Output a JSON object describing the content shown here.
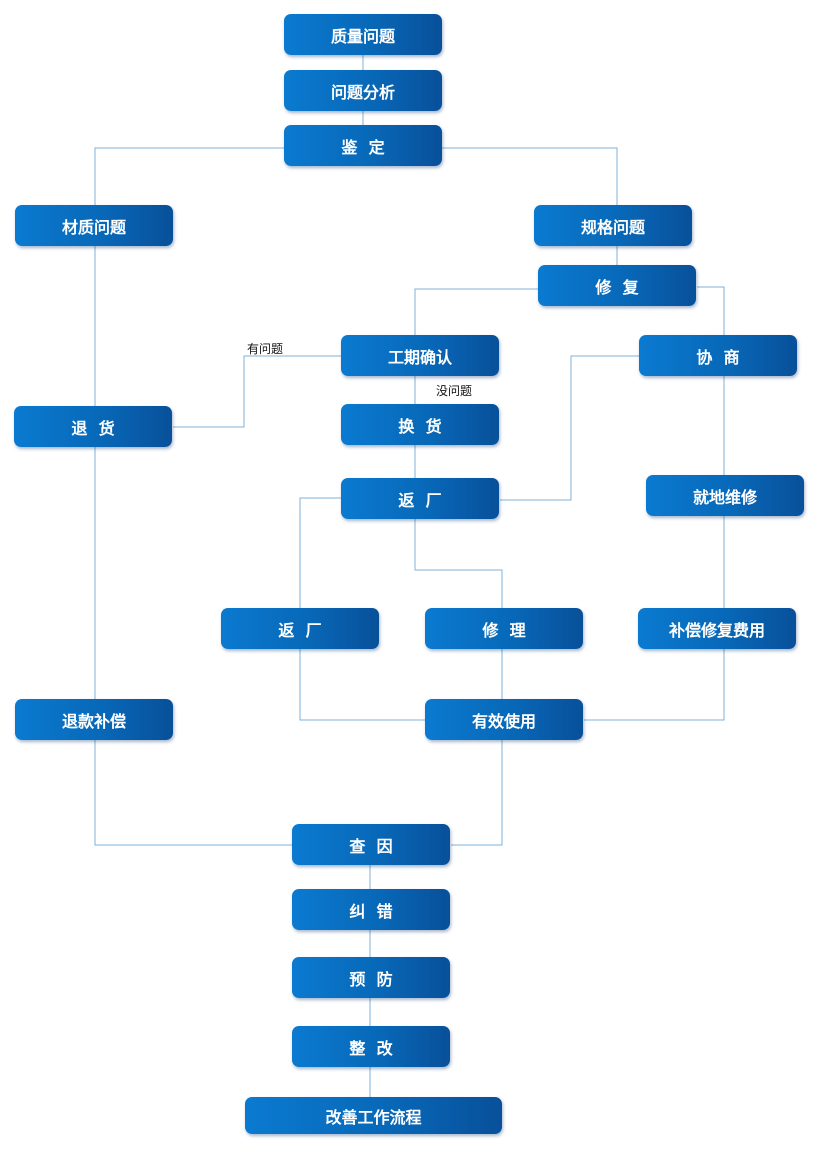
{
  "nodes": {
    "quality_issue": "质量问题",
    "problem_analysis": "问题分析",
    "appraisal": "鉴  定",
    "material_issue": "材质问题",
    "spec_issue": "规格问题",
    "repair": "修  复",
    "schedule_confirm": "工期确认",
    "negotiate": "协  商",
    "return_goods": "退  货",
    "exchange": "换  货",
    "return_factory_1": "返  厂",
    "onsite_repair": "就地维修",
    "return_factory_2": "返  厂",
    "fix": "修  理",
    "compensate_repair_cost": "补偿修复费用",
    "refund_compensation": "退款补偿",
    "effective_use": "有效使用",
    "investigate_cause": "查  因",
    "correct_error": "纠  错",
    "prevent": "预  防",
    "rectify": "整  改",
    "improve_workflow": "改善工作流程"
  },
  "edge_labels": {
    "has_problem": "有问题",
    "no_problem": "没问题"
  },
  "colors": {
    "node_gradient_start": "#0a7ad0",
    "node_gradient_end": "#08509a",
    "connector": "#7fb2d8",
    "node_text": "#ffffff"
  }
}
